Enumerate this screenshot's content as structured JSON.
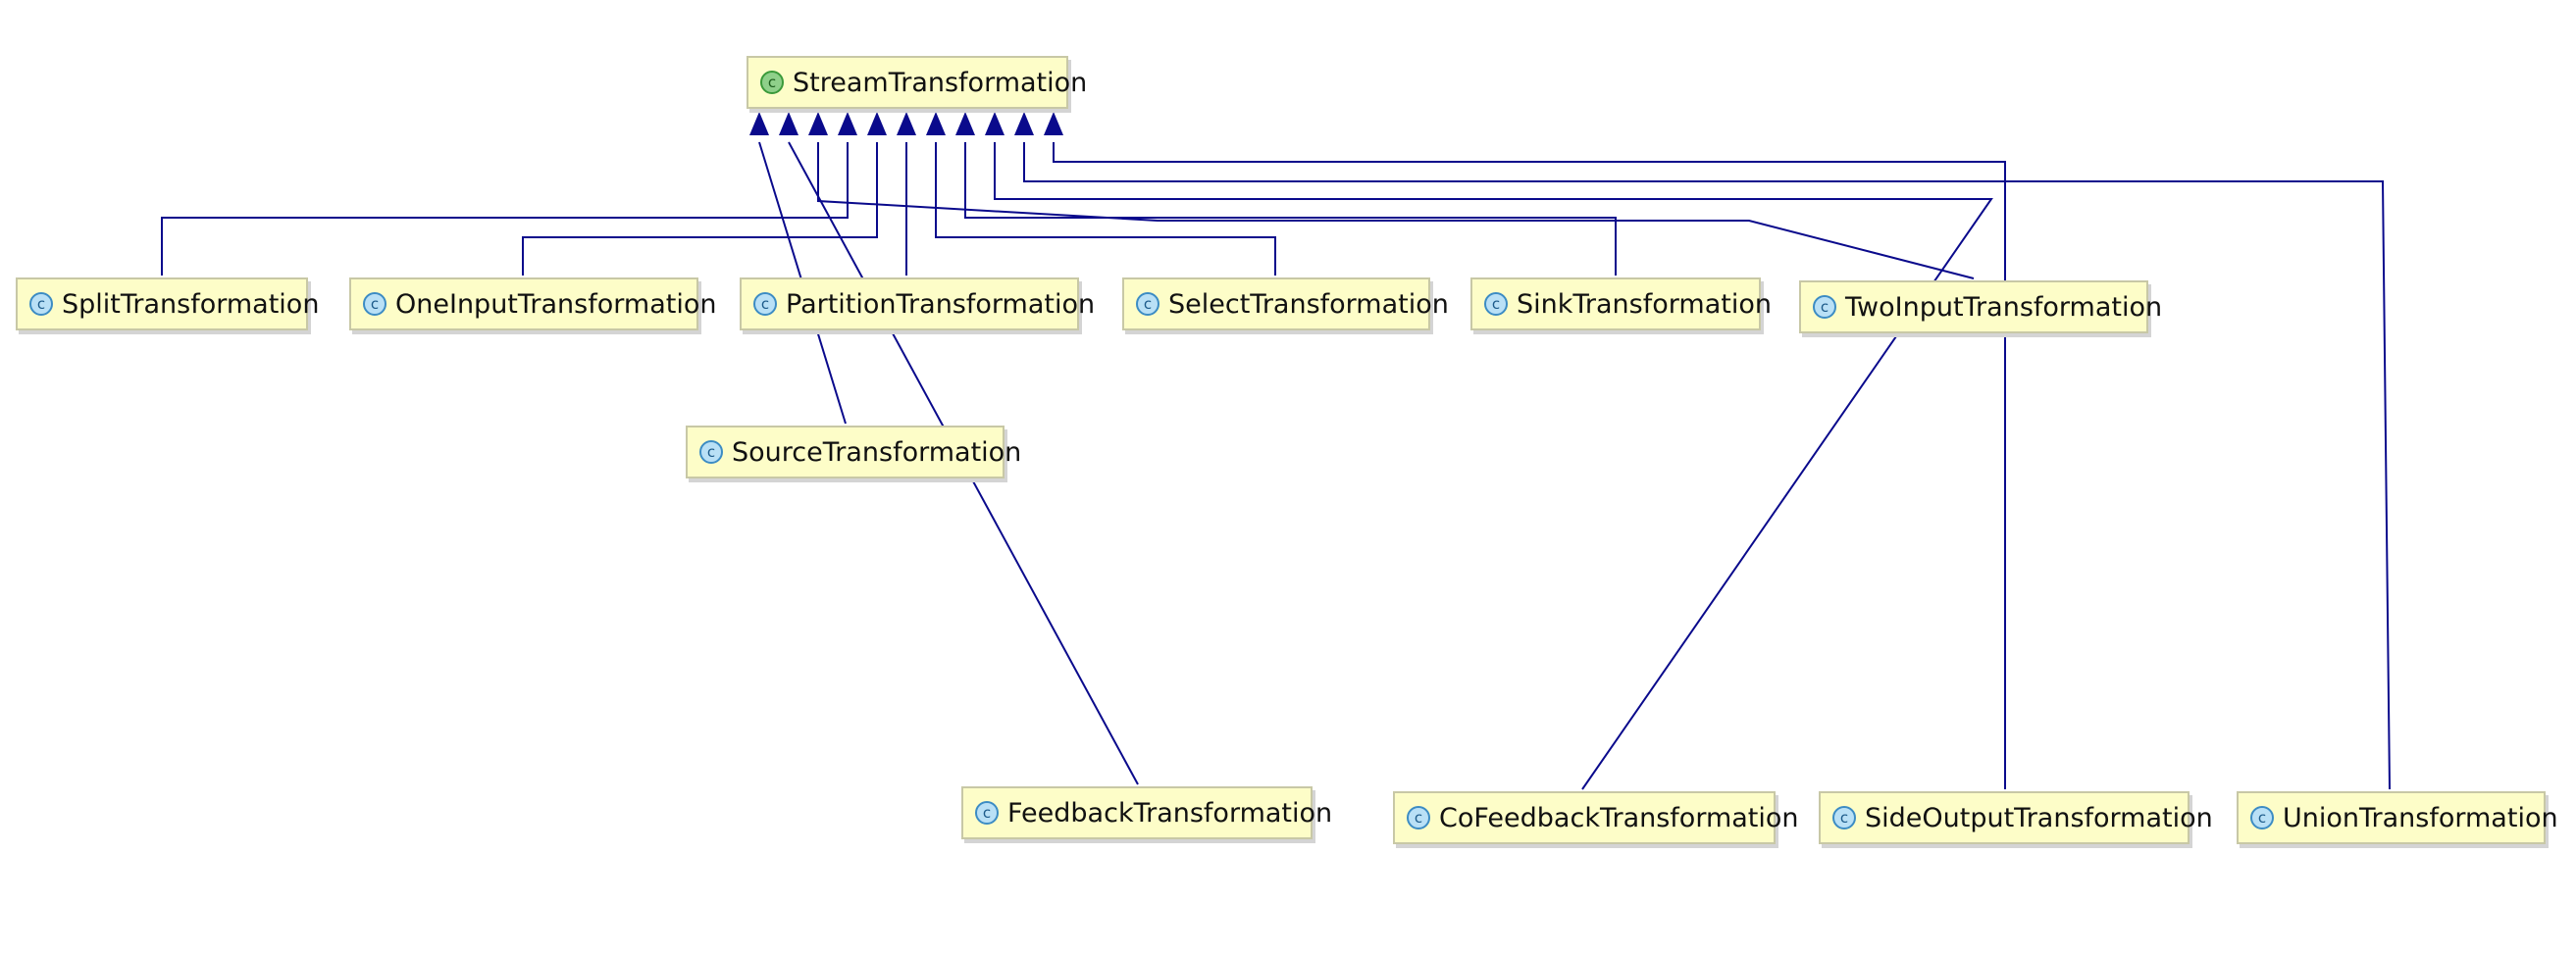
{
  "diagram": {
    "root": {
      "id": "stream",
      "label": "StreamTransformation",
      "kind": "abstract-class",
      "icon": "abstract-class-icon",
      "icon_glyph": "c"
    },
    "nodes": [
      {
        "id": "split",
        "label": "SplitTransformation",
        "kind": "class",
        "icon": "class-icon",
        "icon_glyph": "c"
      },
      {
        "id": "oneinput",
        "label": "OneInputTransformation",
        "kind": "class",
        "icon": "class-icon",
        "icon_glyph": "c"
      },
      {
        "id": "partition",
        "label": "PartitionTransformation",
        "kind": "class",
        "icon": "class-icon",
        "icon_glyph": "c"
      },
      {
        "id": "select",
        "label": "SelectTransformation",
        "kind": "class",
        "icon": "class-icon",
        "icon_glyph": "c"
      },
      {
        "id": "sink",
        "label": "SinkTransformation",
        "kind": "class",
        "icon": "class-icon",
        "icon_glyph": "c"
      },
      {
        "id": "twoinput",
        "label": "TwoInputTransformation",
        "kind": "class",
        "icon": "class-icon",
        "icon_glyph": "c"
      },
      {
        "id": "source",
        "label": "SourceTransformation",
        "kind": "class",
        "icon": "class-icon",
        "icon_glyph": "c"
      },
      {
        "id": "feedback",
        "label": "FeedbackTransformation",
        "kind": "class",
        "icon": "class-icon",
        "icon_glyph": "c"
      },
      {
        "id": "cofeedback",
        "label": "CoFeedbackTransformation",
        "kind": "class",
        "icon": "class-icon",
        "icon_glyph": "c"
      },
      {
        "id": "sideoutput",
        "label": "SideOutputTransformation",
        "kind": "class",
        "icon": "class-icon",
        "icon_glyph": "c"
      },
      {
        "id": "union",
        "label": "UnionTransformation",
        "kind": "class",
        "icon": "class-icon",
        "icon_glyph": "c"
      }
    ],
    "edges": [
      {
        "from": "source",
        "to": "stream",
        "type": "inheritance"
      },
      {
        "from": "feedback",
        "to": "stream",
        "type": "inheritance"
      },
      {
        "from": "twoinput",
        "to": "stream",
        "type": "inheritance"
      },
      {
        "from": "split",
        "to": "stream",
        "type": "inheritance"
      },
      {
        "from": "oneinput",
        "to": "stream",
        "type": "inheritance"
      },
      {
        "from": "partition",
        "to": "stream",
        "type": "inheritance"
      },
      {
        "from": "select",
        "to": "stream",
        "type": "inheritance"
      },
      {
        "from": "sink",
        "to": "stream",
        "type": "inheritance"
      },
      {
        "from": "cofeedback",
        "to": "stream",
        "type": "inheritance"
      },
      {
        "from": "union",
        "to": "stream",
        "type": "inheritance"
      },
      {
        "from": "sideoutput",
        "to": "stream",
        "type": "inheritance"
      }
    ],
    "colors": {
      "edge": "#0a0a8c",
      "node_fill": "#fdfdc8",
      "node_border": "#c8c8a6"
    }
  }
}
